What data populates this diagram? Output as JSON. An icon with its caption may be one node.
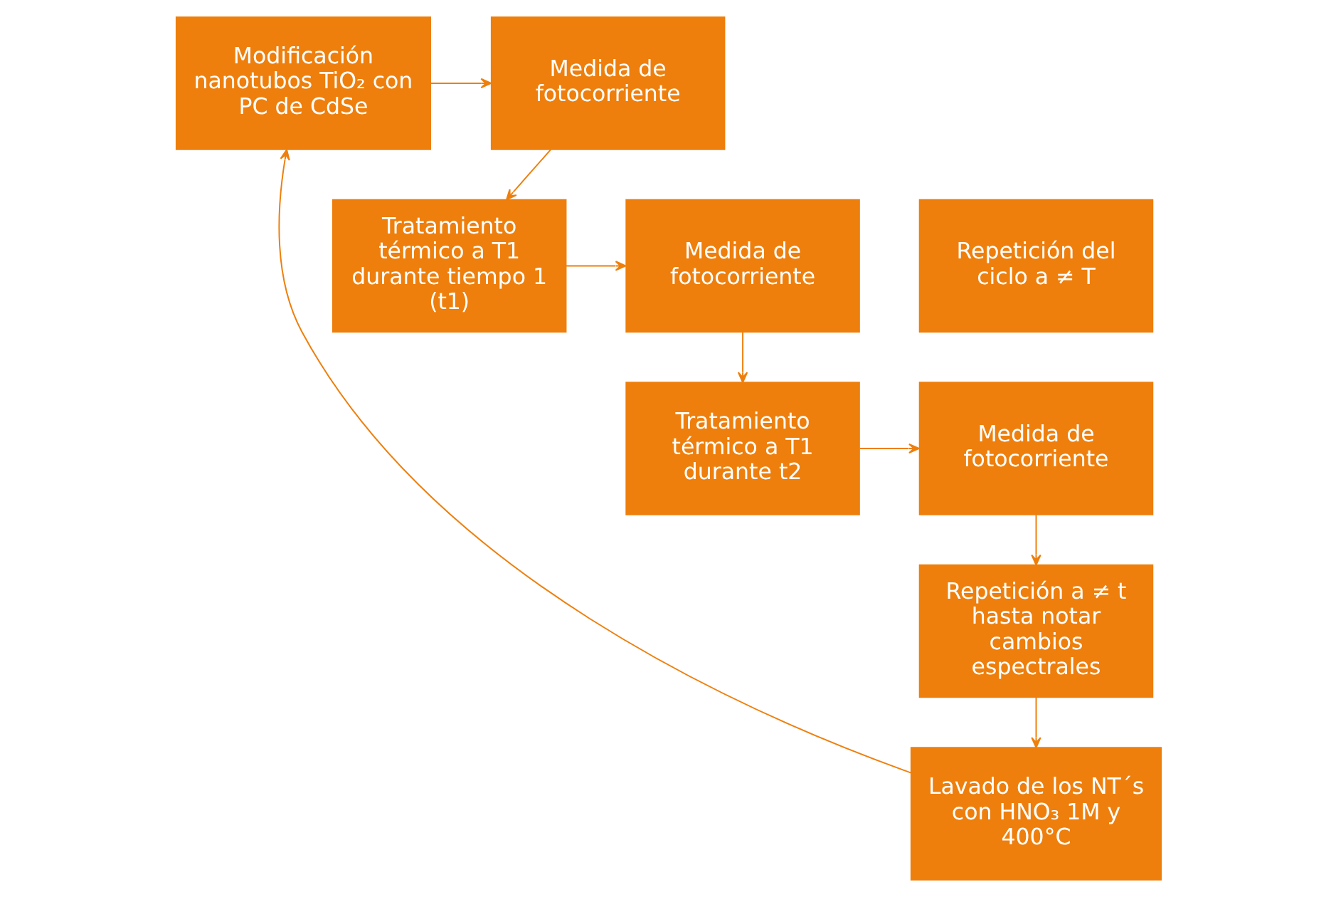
{
  "diagram": {
    "nodes": [
      {
        "text": [
          "Modificación nanotubos TiO₂ con PC de CdSe"
        ]
      },
      {
        "text": [
          "Medida de fotocorriente"
        ]
      },
      {
        "text": [
          "Tratamiento térmico a T1 durante tiempo 1 (t1)"
        ]
      },
      {
        "text": [
          "Medida de fotocorriente"
        ]
      },
      {
        "text": [
          "Tratamiento térmico a T1 durante t2"
        ]
      },
      {
        "text": [
          "Medida de fotocorriente"
        ]
      },
      {
        "text": [
          "Repetición del ciclo a ≠ T"
        ]
      },
      {
        "text": [
          "Repetición a ≠ t hasta notar cambios espectrales"
        ]
      },
      {
        "text": [
          "Lavado de los NT´s con HNO₃ 1M y 400°C"
        ]
      }
    ],
    "edges": [
      {
        "from": 0,
        "to": 1,
        "arrow": "to"
      },
      {
        "from": 1,
        "to": 2,
        "arrow": "to"
      },
      {
        "from": 2,
        "to": 3,
        "arrow": "to"
      },
      {
        "from": 3,
        "to": 4,
        "arrow": "to"
      },
      {
        "from": 4,
        "to": 5,
        "arrow": "to"
      },
      {
        "from": 5,
        "to": 7,
        "arrow": "to"
      },
      {
        "from": 7,
        "to": 8,
        "arrow": "to"
      },
      {
        "from": 8,
        "to": 0,
        "arrow": "to"
      }
    ]
  }
}
